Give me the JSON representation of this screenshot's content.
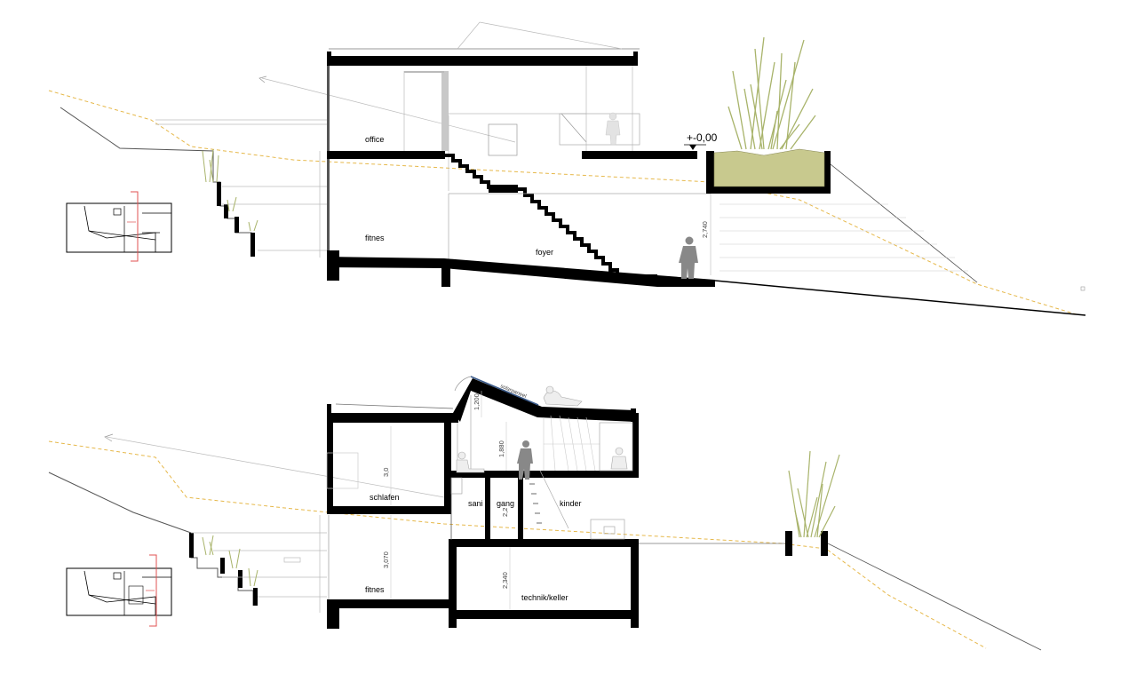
{
  "section_upper": {
    "rooms": {
      "office": "office",
      "fitnes": "fitnes",
      "foyer": "foyer"
    },
    "level_mark": "+-0,00",
    "dim_height": "2,740"
  },
  "section_lower": {
    "rooms": {
      "schlafen": "schlafen",
      "sani": "sani",
      "gang": "gang",
      "kinder": "kinder",
      "fitnes": "fitnes",
      "technik": "technik/keller"
    },
    "dims": {
      "d_3_0": "3,0",
      "d_3_070": "3,070",
      "d_2_340": "2,340",
      "d_1_200": "1,200",
      "d_1_880": "1,880",
      "d_2_2": "2,2"
    },
    "solar_label": "solarpaneel"
  },
  "colors": {
    "wall": "#000000",
    "grass": "#a8b36a",
    "planter_soil": "#c8c98e",
    "terrain_dash": "#e6b84a",
    "thin_line": "#9a9a9a",
    "key_plan_mark": "#e05050"
  }
}
